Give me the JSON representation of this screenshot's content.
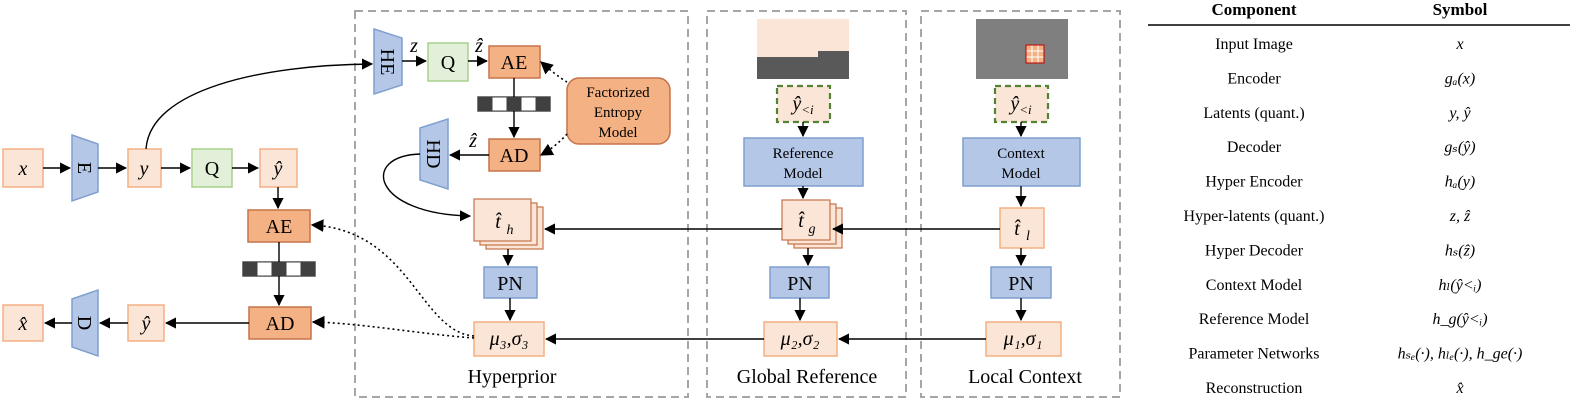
{
  "diagram": {
    "left": {
      "input": "x",
      "encoder": "E",
      "latent": "y",
      "quant": "Q",
      "latent_hat": "ŷ",
      "ae": "AE",
      "ad": "AD",
      "recon_latent": "ŷ",
      "decoder": "D",
      "output": "x̂"
    },
    "hyperprior": {
      "he": "HE",
      "z": "z",
      "q": "Q",
      "z_hat_1": "ẑ",
      "ae": "AE",
      "ad": "AD",
      "z_hat_2": "ẑ",
      "hd": "HD",
      "factorized": "Factorized Entropy Model",
      "th": "t̂_h",
      "pn": "PN",
      "params": "μ₃,σ₃",
      "caption": "Hyperprior"
    },
    "global_ref": {
      "y_ctx": "ŷ_<i",
      "ref_model": "Reference Model",
      "tg": "t̂_g",
      "pn": "PN",
      "params": "μ₂,σ₂",
      "caption": "Global Reference"
    },
    "local_ctx": {
      "y_ctx": "ŷ_<i",
      "ctx_model": "Context Model",
      "tl": "t̂_l",
      "pn": "PN",
      "params": "μ₁,σ₁",
      "caption": "Local Context"
    },
    "colors": {
      "peach": "#fbe5d6",
      "orange": "#f4b183",
      "orange_dark": "#e0885a",
      "blue": "#b4c7e7",
      "blue_border": "#7f9fd0",
      "green": "#e2f0d9",
      "dash_green": "#548235",
      "gray": "#7f7f7f"
    }
  },
  "table": {
    "headers": [
      "Component",
      "Symbol"
    ],
    "rows": [
      [
        "Input Image",
        "x"
      ],
      [
        "Encoder",
        "gₐ(x)"
      ],
      [
        "Latents (quant.)",
        "y, ŷ"
      ],
      [
        "Decoder",
        "gₛ(ŷ)"
      ],
      [
        "Hyper Encoder",
        "hₐ(y)"
      ],
      [
        "Hyper-latents (quant.)",
        "z, ẑ"
      ],
      [
        "Hyper Decoder",
        "hₛ(ẑ)"
      ],
      [
        "Context Model",
        "hₗ(ŷ<ᵢ)"
      ],
      [
        "Reference Model",
        "h_g(ŷ<ᵢ)"
      ],
      [
        "Parameter Networks",
        "hₛₑ(·), hₗₑ(·), h_ge(·)"
      ],
      [
        "Reconstruction",
        "x̂"
      ]
    ]
  }
}
